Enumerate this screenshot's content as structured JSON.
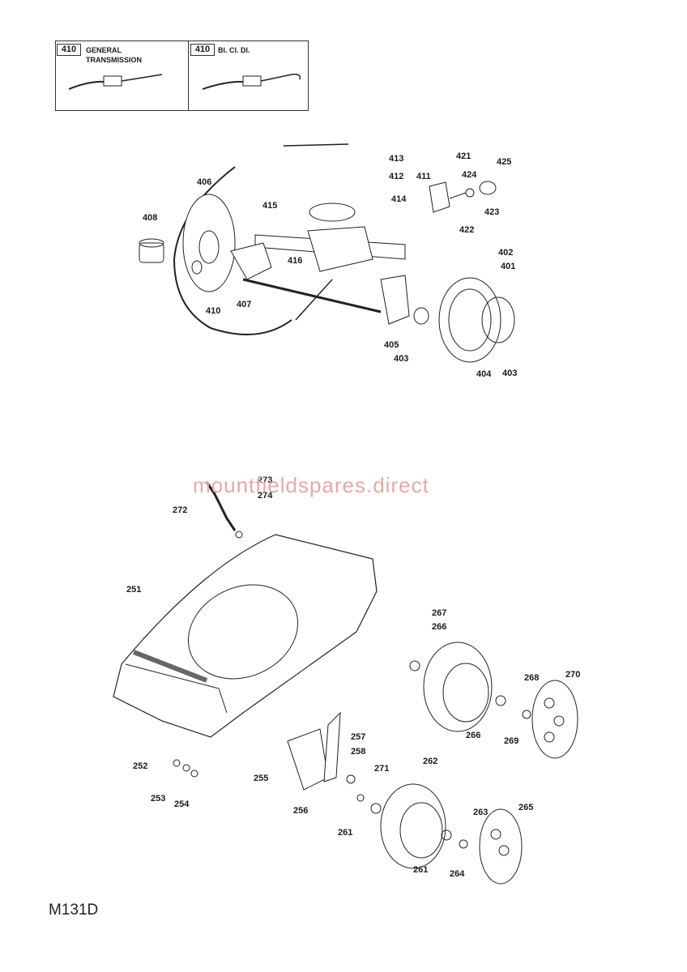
{
  "legend": [
    {
      "code": "410",
      "label": "GENERAL\nTRANSMISSION"
    },
    {
      "code": "410",
      "label": "Bl. Cl. Dl."
    }
  ],
  "transmission_callouts": [
    "413",
    "412",
    "411",
    "421",
    "425",
    "424",
    "406",
    "415",
    "414",
    "423",
    "408",
    "422",
    "402",
    "416",
    "401",
    "407",
    "410",
    "405",
    "403",
    "404",
    "403"
  ],
  "deck_callouts": [
    "273",
    "274",
    "272",
    "251",
    "267",
    "266",
    "268",
    "270",
    "266",
    "269",
    "257",
    "258",
    "252",
    "255",
    "271",
    "262",
    "253",
    "254",
    "256",
    "263",
    "265",
    "261",
    "261",
    "264"
  ],
  "watermark": "mountfieldspares.direct",
  "model_code": "M131D"
}
